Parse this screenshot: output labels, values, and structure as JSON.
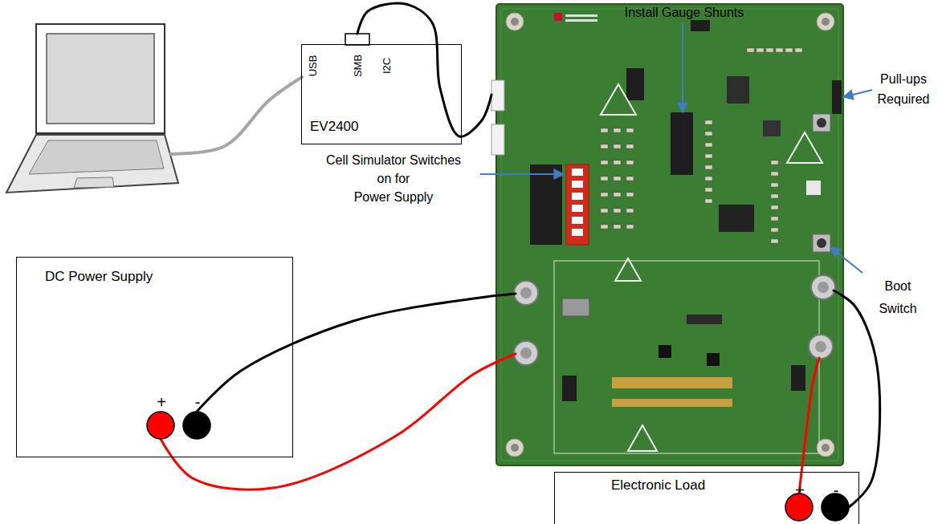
{
  "diagram": {
    "nodes": [
      {
        "text": [
          "USB",
          "SMB",
          "I2C",
          "EV2400"
        ]
      },
      {
        "text": [
          "DC Power Supply",
          "+",
          "-"
        ]
      },
      {
        "text": [
          "Electronic Load",
          "+",
          "-"
        ]
      }
    ],
    "labels": [
      "Install Gauge Shunts",
      "Cell Simulator Switches on for Power Supply",
      "Pull-ups Required",
      "Boot Switch"
    ]
  }
}
